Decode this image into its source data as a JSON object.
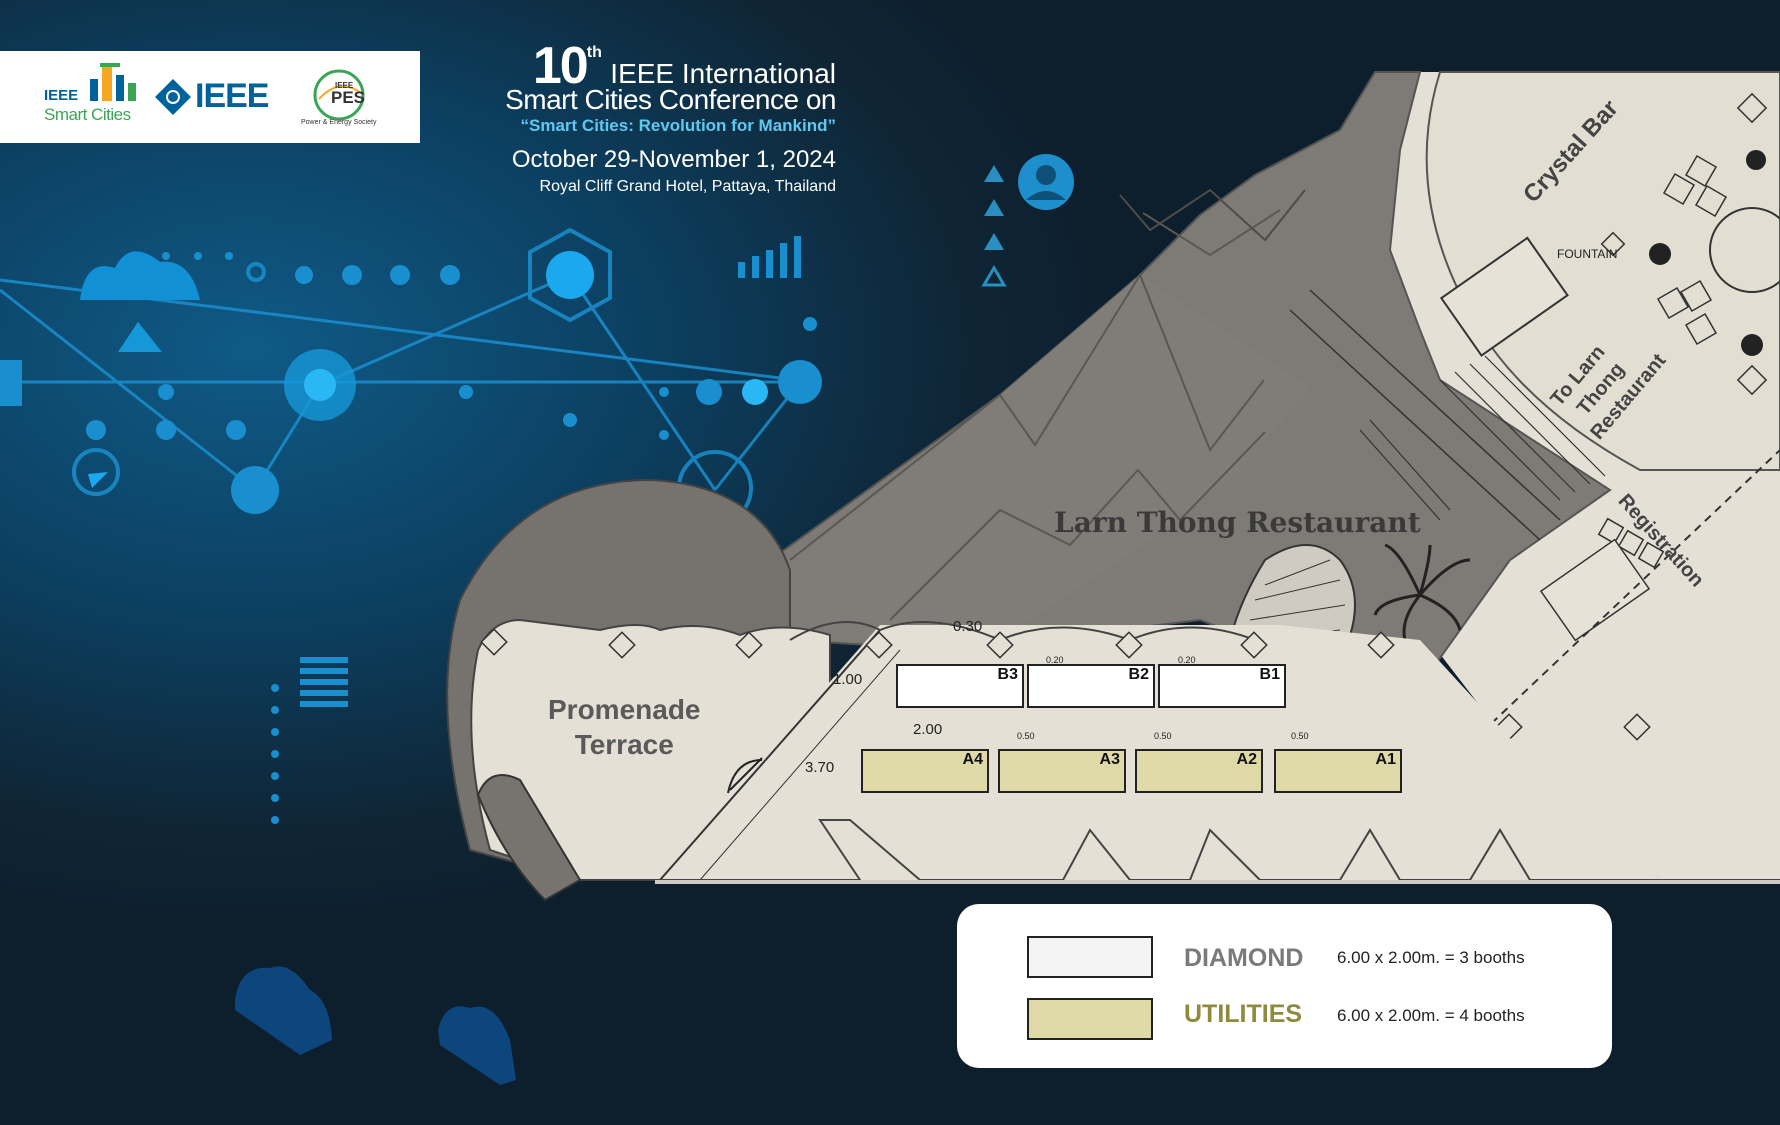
{
  "logos": {
    "ieee_smart_cities": {
      "line1": "IEEE",
      "line2": "Smart Cities"
    },
    "ieee": {
      "word": "IEEE"
    },
    "pes": {
      "line1": "IEEE",
      "line2": "PES",
      "line3": "Power & Energy Society"
    }
  },
  "conference": {
    "edition": "10",
    "edition_suffix": "th",
    "title_line1": "IEEE International",
    "title_line2": "Smart Cities Conference on",
    "theme": "“Smart Cities: Revolution for Mankind”",
    "dates": "October 29-November 1, 2024",
    "venue": "Royal Cliff Grand Hotel, Pattaya, Thailand"
  },
  "floorplan": {
    "areas": {
      "restaurant": "Larn Thong Restaurant",
      "terrace_line1": "Promenade",
      "terrace_line2": "Terrace",
      "crystal_bar": "Crystal Bar",
      "fountain": "FOUNTAIN",
      "to_larn_line1": "To Larn",
      "to_larn_line2": "Thong",
      "to_larn_line3": "Restaurant",
      "registration": "Registration"
    },
    "booths": [
      {
        "id": "B3",
        "tier": "DIAMOND"
      },
      {
        "id": "B2",
        "tier": "DIAMOND"
      },
      {
        "id": "B1",
        "tier": "DIAMOND"
      },
      {
        "id": "A4",
        "tier": "UTILITIES"
      },
      {
        "id": "A3",
        "tier": "UTILITIES"
      },
      {
        "id": "A2",
        "tier": "UTILITIES"
      },
      {
        "id": "A1",
        "tier": "UTILITIES"
      }
    ],
    "dimensions": {
      "gap_top": "0.30",
      "gap_b": "0.20",
      "gap_b2": "0.20",
      "left_b": "1.00",
      "aisle": "2.00",
      "left_a": "3.70",
      "gap_a1": "0.50",
      "gap_a2": "0.50",
      "gap_a3": "0.50"
    }
  },
  "legend": {
    "items": [
      {
        "name": "DIAMOND",
        "desc": "6.00 x 2.00m. = 3 booths",
        "swatch": "#f4f4f4",
        "color": "#7a7a7a"
      },
      {
        "name": "UTILITIES",
        "desc": "6.00 x 2.00m. = 4 booths",
        "swatch": "#dfd9a8",
        "color": "#8f8a3c"
      }
    ]
  },
  "colors": {
    "accent": "#1e9fe0",
    "floor": "#e4e0d6",
    "roof": "#7e7b76",
    "diamond": "#ffffff",
    "utilities": "#dfd9a8"
  }
}
